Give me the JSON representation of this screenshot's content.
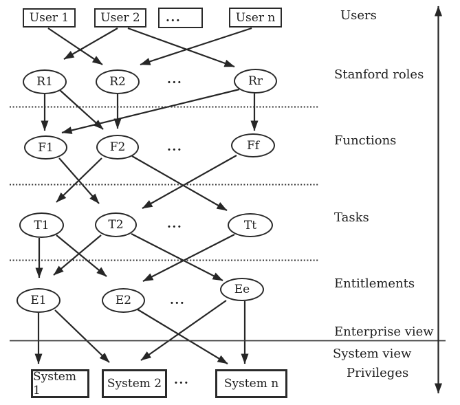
{
  "diagram": {
    "nodes": {
      "u1": "User 1",
      "u2": "User 2",
      "un": "User n",
      "r1": "R1",
      "r2": "R2",
      "rr": "Rr",
      "f1": "F1",
      "f2": "F2",
      "ff": "Ff",
      "t1": "T1",
      "t2": "T2",
      "tt": "Tt",
      "e1": "E1",
      "e2": "E2",
      "ee": "Ee",
      "s1": "System 1",
      "s2": "System 2",
      "sn": "System n"
    },
    "ellipsis": "...",
    "side_labels": {
      "users": "Users",
      "stanford_roles": "Stanford roles",
      "functions": "Functions",
      "tasks": "Tasks",
      "entitlements": "Entitlements",
      "enterprise_view": "Enterprise view",
      "system_view": "System view",
      "privileges": "Privileges"
    },
    "edges": [
      {
        "from": "u1",
        "to": "r2"
      },
      {
        "from": "u2",
        "to": "r1"
      },
      {
        "from": "u2",
        "to": "rr"
      },
      {
        "from": "un",
        "to": "r2"
      },
      {
        "from": "r1",
        "to": "f1"
      },
      {
        "from": "r1",
        "to": "f2"
      },
      {
        "from": "r2",
        "to": "f2"
      },
      {
        "from": "rr",
        "to": "f1"
      },
      {
        "from": "rr",
        "to": "ff"
      },
      {
        "from": "f1",
        "to": "t2"
      },
      {
        "from": "f2",
        "to": "t1"
      },
      {
        "from": "f2",
        "to": "tt"
      },
      {
        "from": "ff",
        "to": "t2"
      },
      {
        "from": "t1",
        "to": "e1"
      },
      {
        "from": "t1",
        "to": "e2"
      },
      {
        "from": "t2",
        "to": "e1"
      },
      {
        "from": "t2",
        "to": "ee"
      },
      {
        "from": "tt",
        "to": "e2"
      },
      {
        "from": "e1",
        "to": "s1"
      },
      {
        "from": "e1",
        "to": "s2"
      },
      {
        "from": "e2",
        "to": "sn"
      },
      {
        "from": "ee",
        "to": "s2"
      },
      {
        "from": "ee",
        "to": "sn"
      }
    ],
    "colors": {
      "ink": "#262626",
      "background": "#ffffff"
    }
  }
}
